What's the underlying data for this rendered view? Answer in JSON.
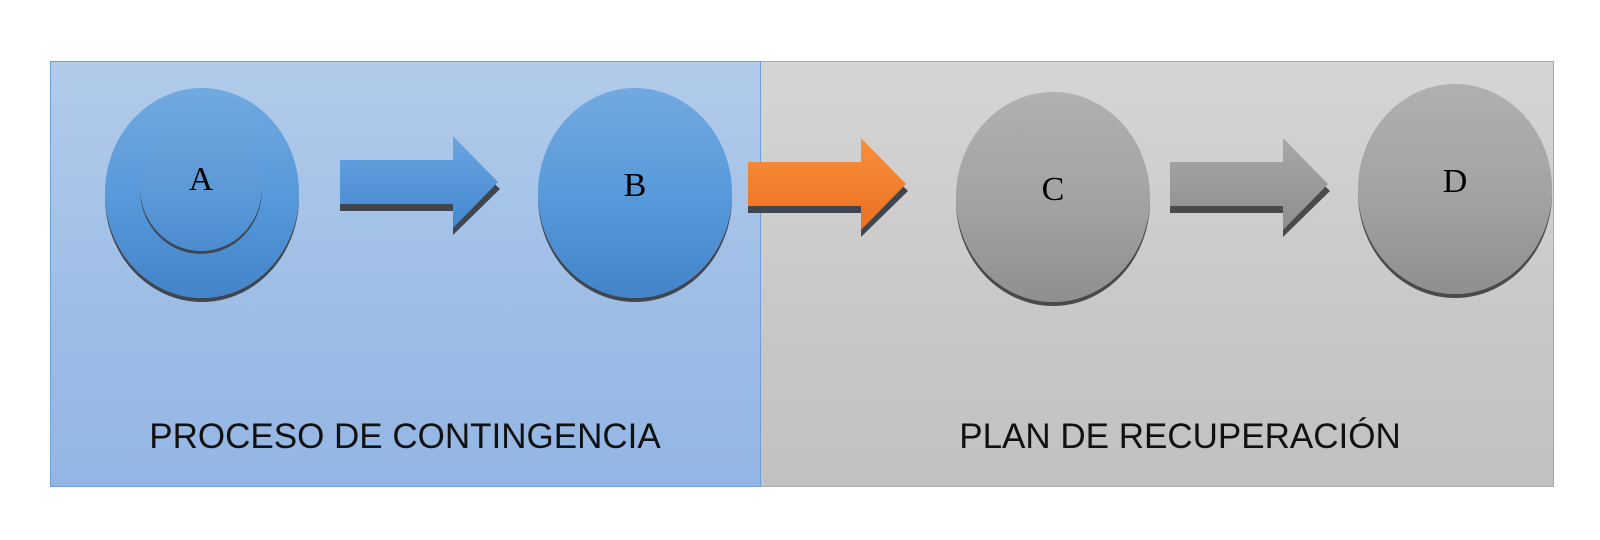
{
  "diagram": {
    "panels": [
      {
        "label": "PROCESO DE CONTINGENCIA",
        "color": "#9dbde6"
      },
      {
        "label": "PLAN DE RECUPERACIÓN",
        "color": "#c8c8c8"
      }
    ],
    "nodes": [
      {
        "label": "A",
        "color": "#5598da"
      },
      {
        "label": "B",
        "color": "#5598da"
      },
      {
        "label": "C",
        "color": "#a2a2a2"
      },
      {
        "label": "D",
        "color": "#a2a2a2"
      }
    ],
    "edges": [
      {
        "from": "A",
        "to": "B",
        "color": "#5598da"
      },
      {
        "from": "B",
        "to": "C",
        "color": "#f07b2a"
      },
      {
        "from": "C",
        "to": "D",
        "color": "#9a9a9a"
      }
    ]
  }
}
